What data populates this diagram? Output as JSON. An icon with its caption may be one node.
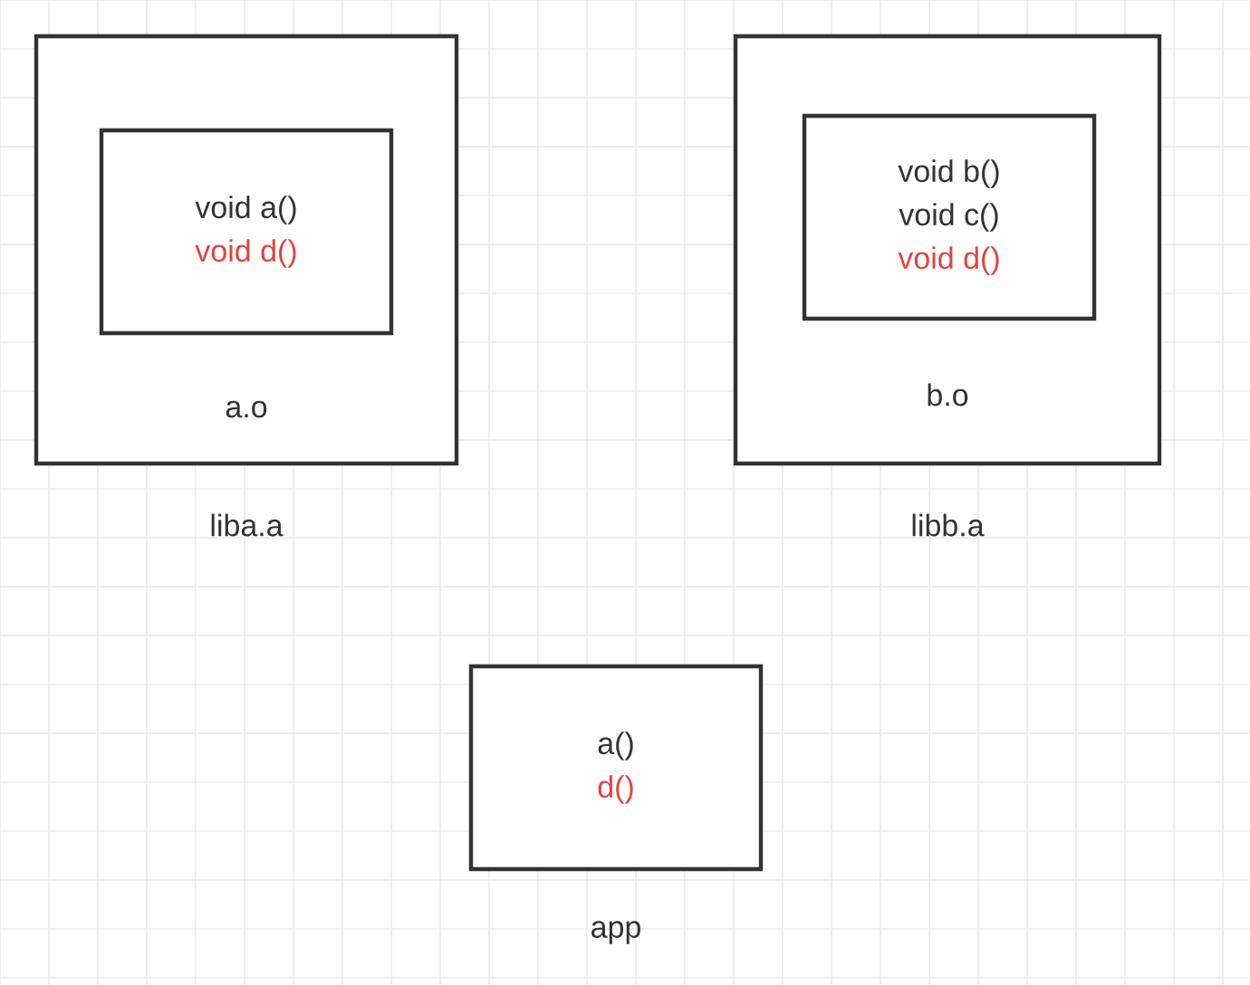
{
  "diagram": {
    "nodes": [
      {
        "text": [
          "a.o"
        ],
        "beside": [
          "liba.a"
        ]
      },
      {
        "text": [
          "void a()",
          "void d()"
        ],
        "in": 0
      },
      {
        "text": [
          "b.o"
        ],
        "beside": [
          "libb.a"
        ]
      },
      {
        "text": [
          "void b()",
          "void c()",
          "void d()"
        ],
        "in": 2
      },
      {
        "text": [
          "a()",
          "d()"
        ],
        "beside": [
          "app"
        ]
      }
    ]
  }
}
